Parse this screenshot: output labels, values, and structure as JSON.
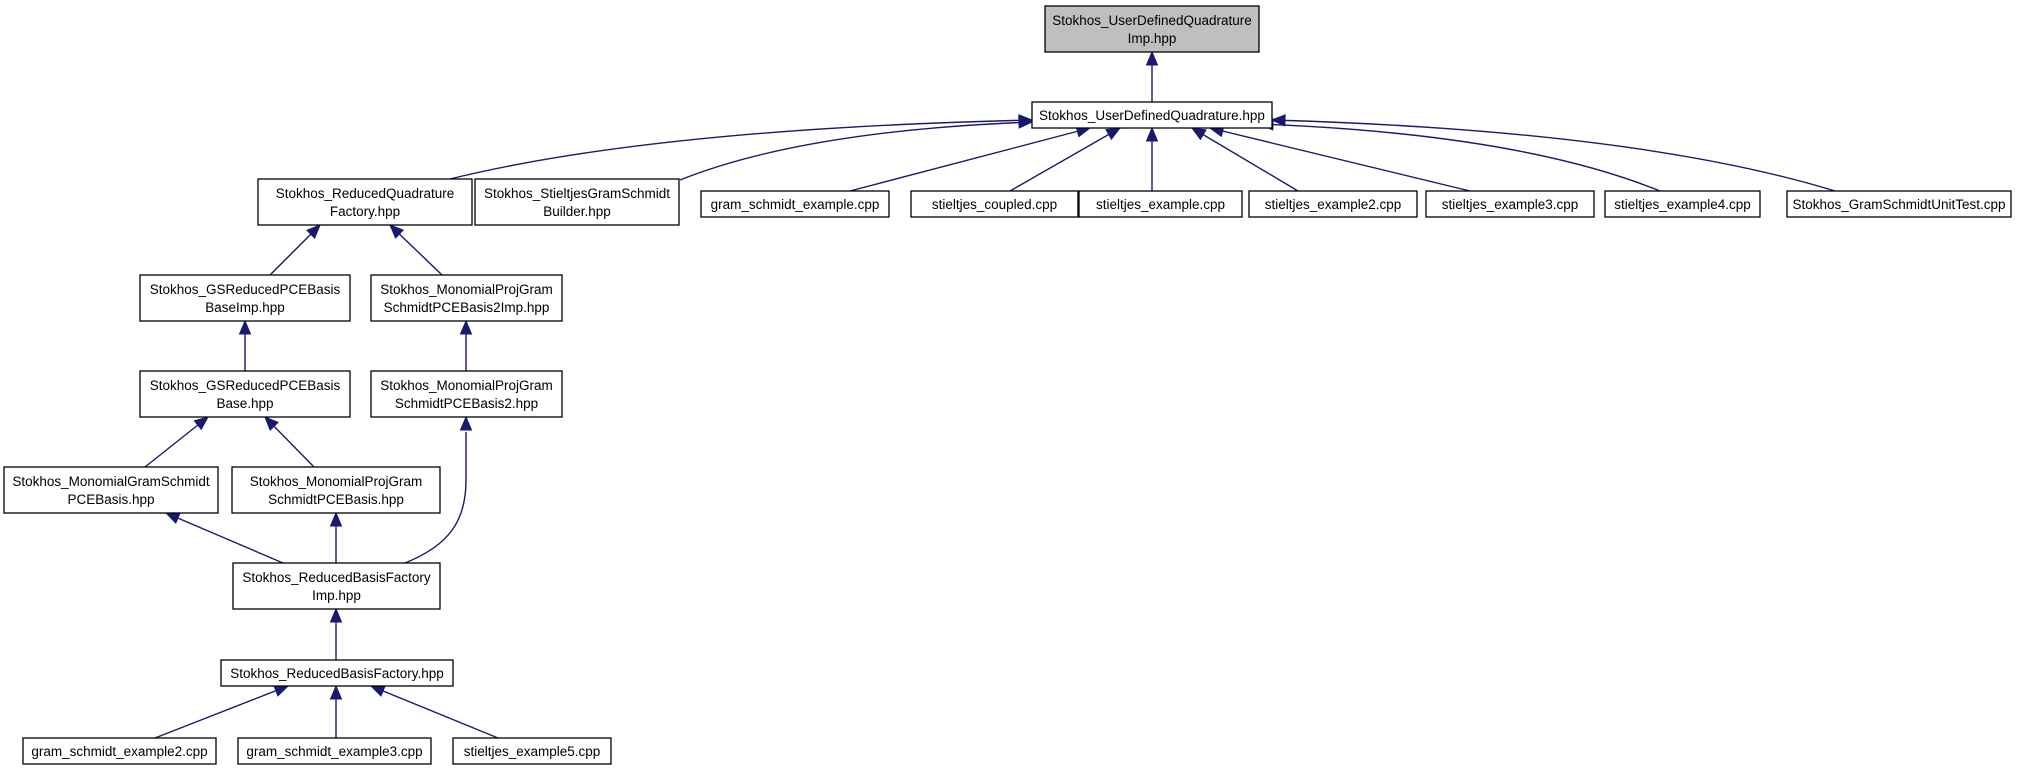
{
  "graph": {
    "root": "n0",
    "nodes": [
      {
        "id": "n0",
        "lines": [
          "Stokhos_UserDefinedQuadrature",
          "Imp.hpp"
        ],
        "highlight": true
      },
      {
        "id": "n1",
        "lines": [
          "Stokhos_UserDefinedQuadrature.hpp"
        ]
      },
      {
        "id": "n2",
        "lines": [
          "Stokhos_ReducedQuadrature",
          "Factory.hpp"
        ]
      },
      {
        "id": "n3",
        "lines": [
          "Stokhos_StieltjesGramSchmidt",
          "Builder.hpp"
        ]
      },
      {
        "id": "n4",
        "lines": [
          "gram_schmidt_example.cpp"
        ]
      },
      {
        "id": "n5",
        "lines": [
          "stieltjes_coupled.cpp"
        ]
      },
      {
        "id": "n6",
        "lines": [
          "stieltjes_example.cpp"
        ]
      },
      {
        "id": "n7",
        "lines": [
          "stieltjes_example2.cpp"
        ]
      },
      {
        "id": "n8",
        "lines": [
          "stieltjes_example3.cpp"
        ]
      },
      {
        "id": "n9",
        "lines": [
          "stieltjes_example4.cpp"
        ]
      },
      {
        "id": "n10",
        "lines": [
          "Stokhos_GramSchmidtUnitTest.cpp"
        ]
      },
      {
        "id": "n11",
        "lines": [
          "Stokhos_GSReducedPCEBasis",
          "BaseImp.hpp"
        ]
      },
      {
        "id": "n12",
        "lines": [
          "Stokhos_MonomialProjGram",
          "SchmidtPCEBasis2Imp.hpp"
        ]
      },
      {
        "id": "n13",
        "lines": [
          "Stokhos_GSReducedPCEBasis",
          "Base.hpp"
        ]
      },
      {
        "id": "n14",
        "lines": [
          "Stokhos_MonomialProjGram",
          "SchmidtPCEBasis2.hpp"
        ]
      },
      {
        "id": "n15",
        "lines": [
          "Stokhos_MonomialGramSchmidt",
          "PCEBasis.hpp"
        ]
      },
      {
        "id": "n16",
        "lines": [
          "Stokhos_MonomialProjGram",
          "SchmidtPCEBasis.hpp"
        ]
      },
      {
        "id": "n17",
        "lines": [
          "Stokhos_ReducedBasisFactory",
          "Imp.hpp"
        ]
      },
      {
        "id": "n18",
        "lines": [
          "Stokhos_ReducedBasisFactory.hpp"
        ]
      },
      {
        "id": "n19",
        "lines": [
          "gram_schmidt_example2.cpp"
        ]
      },
      {
        "id": "n20",
        "lines": [
          "gram_schmidt_example3.cpp"
        ]
      },
      {
        "id": "n21",
        "lines": [
          "stieltjes_example5.cpp"
        ]
      }
    ],
    "edges": [
      {
        "from": "n1",
        "to": "n0"
      },
      {
        "from": "n2",
        "to": "n1"
      },
      {
        "from": "n3",
        "to": "n1"
      },
      {
        "from": "n4",
        "to": "n1"
      },
      {
        "from": "n5",
        "to": "n1"
      },
      {
        "from": "n6",
        "to": "n1"
      },
      {
        "from": "n7",
        "to": "n1"
      },
      {
        "from": "n8",
        "to": "n1"
      },
      {
        "from": "n9",
        "to": "n1"
      },
      {
        "from": "n10",
        "to": "n1"
      },
      {
        "from": "n11",
        "to": "n2"
      },
      {
        "from": "n12",
        "to": "n2"
      },
      {
        "from": "n13",
        "to": "n11"
      },
      {
        "from": "n14",
        "to": "n12"
      },
      {
        "from": "n15",
        "to": "n13"
      },
      {
        "from": "n16",
        "to": "n13"
      },
      {
        "from": "n17",
        "to": "n15"
      },
      {
        "from": "n17",
        "to": "n16"
      },
      {
        "from": "n17",
        "to": "n14"
      },
      {
        "from": "n18",
        "to": "n17"
      },
      {
        "from": "n19",
        "to": "n18"
      },
      {
        "from": "n20",
        "to": "n18"
      },
      {
        "from": "n21",
        "to": "n18"
      }
    ],
    "colors": {
      "edge": "#191970",
      "node_border": "#000000",
      "node_fill": "#ffffff",
      "root_fill": "#bfbfbf",
      "text": "#000000"
    }
  }
}
